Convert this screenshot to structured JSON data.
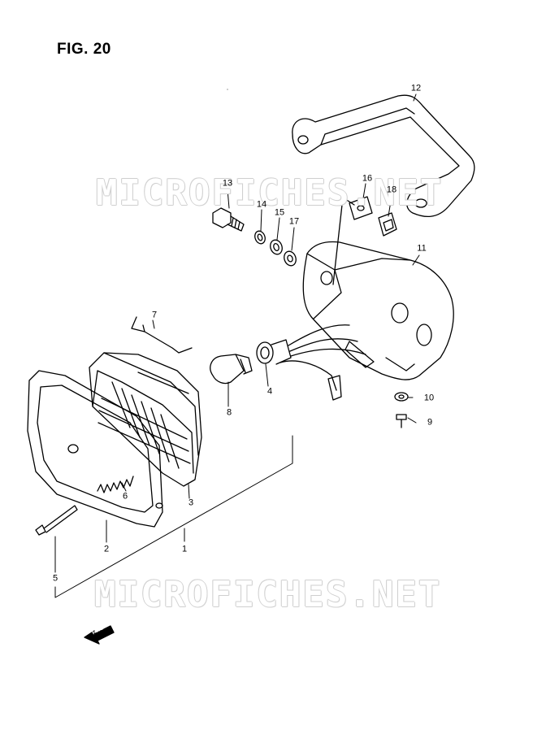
{
  "figure": {
    "title": "FIG. 20"
  },
  "watermark": {
    "text": "MICROFICHES.NET"
  },
  "fwd_arrow": {
    "label": "FWD"
  },
  "callouts": [
    {
      "id": "12",
      "label": "12"
    },
    {
      "id": "13",
      "label": "13"
    },
    {
      "id": "14",
      "label": "14"
    },
    {
      "id": "15",
      "label": "15"
    },
    {
      "id": "16",
      "label": "16"
    },
    {
      "id": "17",
      "label": "17"
    },
    {
      "id": "18",
      "label": "18"
    },
    {
      "id": "11",
      "label": "11"
    },
    {
      "id": "7",
      "label": "7"
    },
    {
      "id": "4",
      "label": "4"
    },
    {
      "id": "8",
      "label": "8"
    },
    {
      "id": "10",
      "label": "10"
    },
    {
      "id": "9",
      "label": "9"
    },
    {
      "id": "6",
      "label": "6"
    },
    {
      "id": "3",
      "label": "3"
    },
    {
      "id": "2",
      "label": "2"
    },
    {
      "id": "1",
      "label": "1"
    },
    {
      "id": "5",
      "label": "5"
    }
  ]
}
